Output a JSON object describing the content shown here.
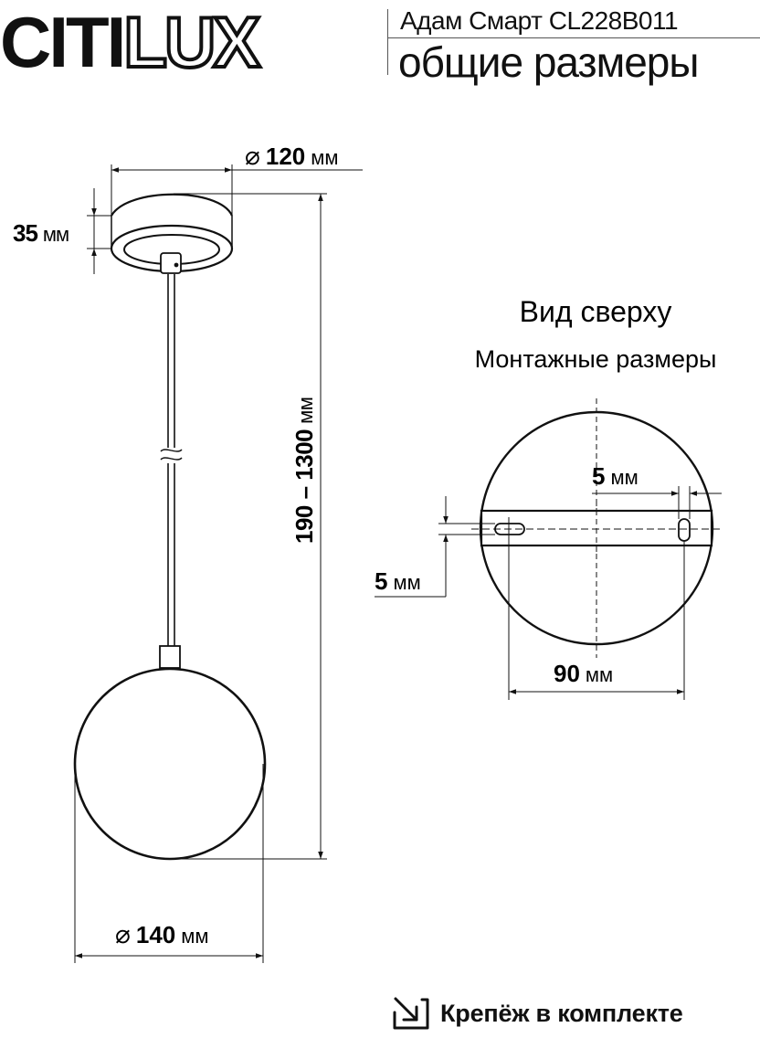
{
  "header": {
    "brand": {
      "solid": "CITI",
      "outline": "LUX"
    },
    "model": "Адам Смарт CL228B011",
    "subtitle": "общие размеры"
  },
  "side_view": {
    "canopy_diameter": {
      "symbol": "⌀",
      "value": "120",
      "unit": "мм"
    },
    "canopy_height": {
      "value": "35",
      "unit": "мм"
    },
    "total_height": {
      "value": "190 – 1300",
      "unit": "мм"
    },
    "shade_diameter": {
      "symbol": "⌀",
      "value": "140",
      "unit": "мм"
    }
  },
  "top_view": {
    "title": "Вид сверху",
    "subtitle": "Монтажные размеры",
    "slot_width_h": {
      "value": "5",
      "unit": "мм"
    },
    "slot_width_v": {
      "value": "5",
      "unit": "мм"
    },
    "hole_spacing": {
      "value": "90",
      "unit": "мм"
    }
  },
  "footer": {
    "icon": "arrow-into-box-icon",
    "text": "Крепёж в комплекте"
  },
  "colors": {
    "line": "#111111",
    "background": "#ffffff"
  }
}
